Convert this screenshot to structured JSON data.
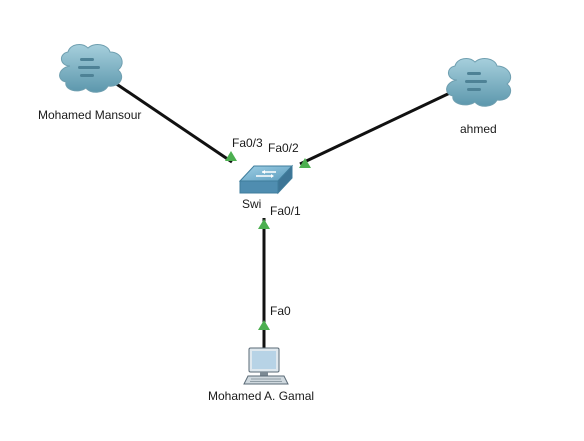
{
  "topology": {
    "devices": {
      "cloud_left": {
        "label": "Mohamed Mansour",
        "icon": "cloud-icon"
      },
      "cloud_right": {
        "label": "ahmed",
        "icon": "cloud-icon"
      },
      "switch": {
        "label": "Swi",
        "icon": "switch-icon"
      },
      "pc": {
        "label": "Mohamed A. Gamal",
        "icon": "pc-icon"
      }
    },
    "ports": {
      "switch_fa03": "Fa0/3",
      "switch_fa02": "Fa0/2",
      "switch_fa01": "Fa0/1",
      "pc_fa0": "Fa0"
    },
    "colors": {
      "cable": "#111111",
      "link_up": "#4caf50",
      "cloud_fill": "#7fb6c8",
      "switch_fill": "#6fa8c8"
    }
  }
}
